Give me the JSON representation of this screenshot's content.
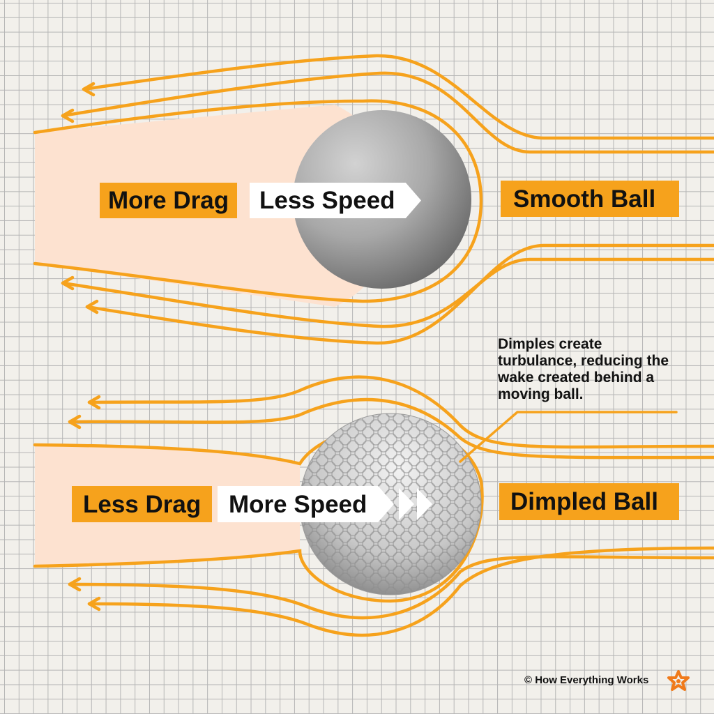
{
  "smooth_section": {
    "drag_label": "More Drag",
    "speed_label": "Less Speed",
    "ball_label": "Smooth Ball"
  },
  "dimpled_section": {
    "drag_label": "Less Drag",
    "speed_label": "More Speed",
    "ball_label": "Dimpled Ball"
  },
  "annotation": "Dimples create turbulance, reducing the wake created behind a moving ball.",
  "credit": "© How Everything Works",
  "colors": {
    "accent": "#f6a21c",
    "wake": "#fde2d0",
    "background": "#f2f0eb",
    "grid": "#b5b5b5"
  },
  "icons": [
    "smooth-ball-icon",
    "golf-ball-icon",
    "fast-forward-icon",
    "how-everything-works-logo"
  ]
}
